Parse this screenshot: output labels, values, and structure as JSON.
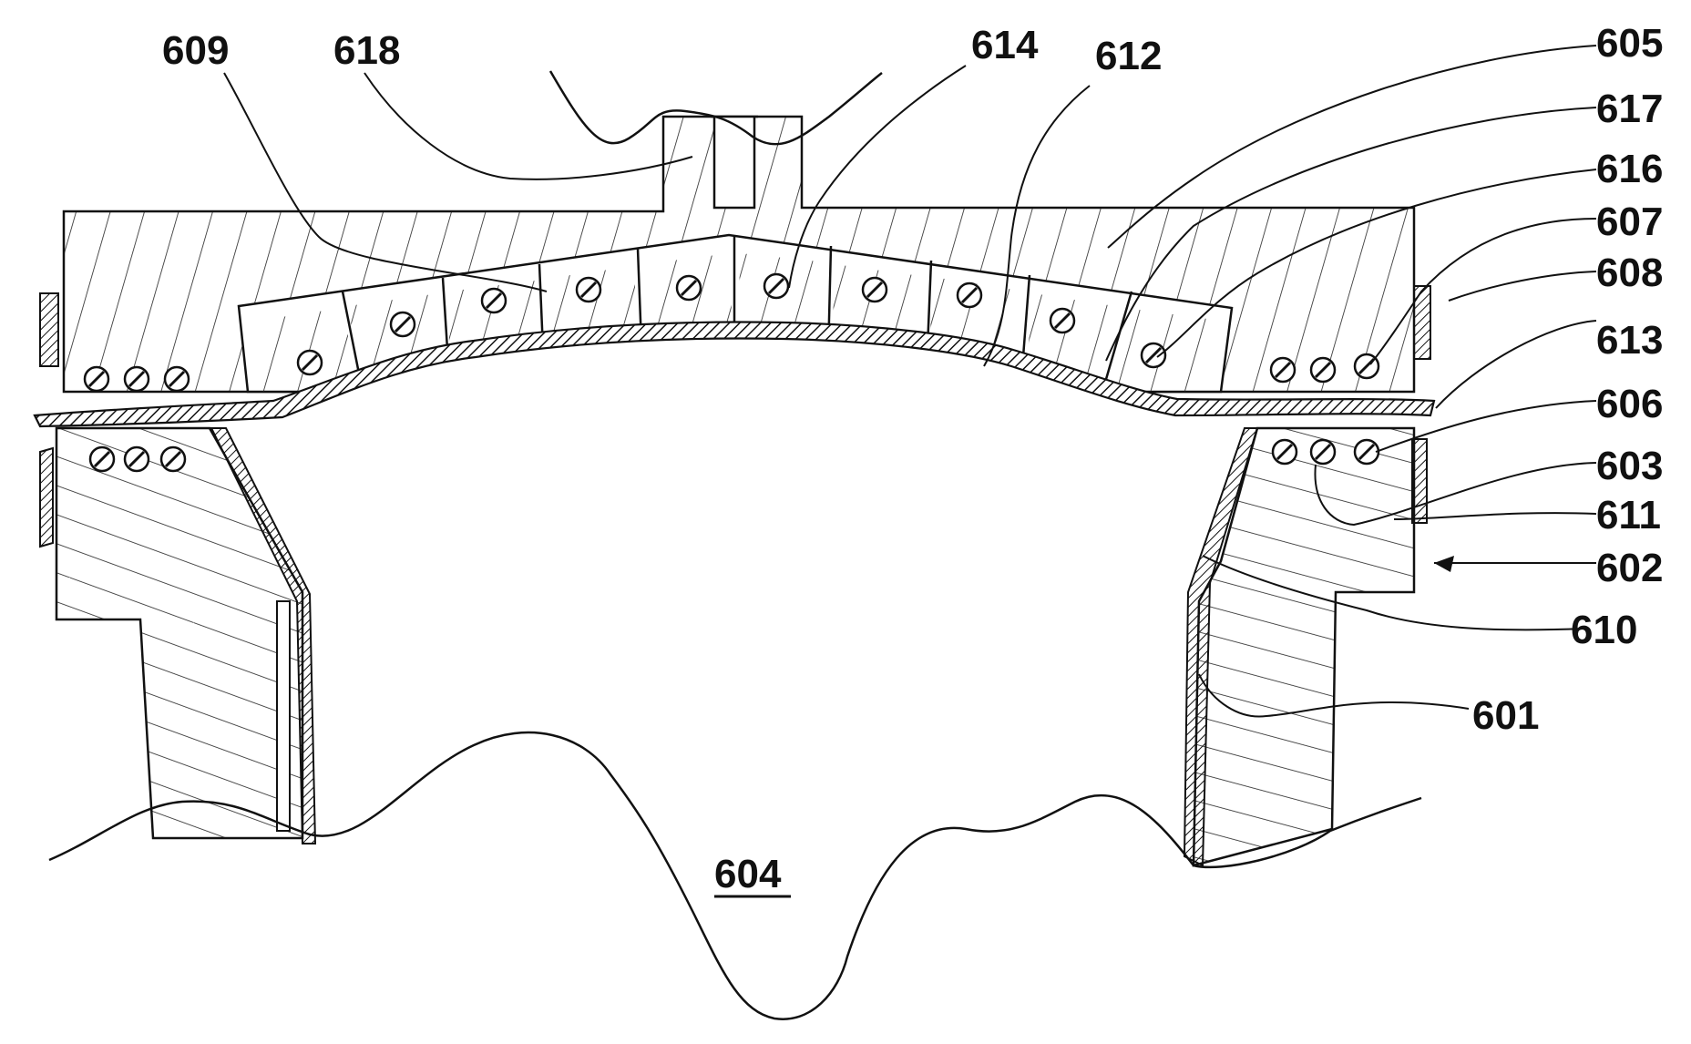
{
  "figure": {
    "labels": {
      "l605": "605",
      "l617": "617",
      "l616": "616",
      "l607": "607",
      "l608": "608",
      "l613": "613",
      "l606": "606",
      "l603": "603",
      "l611": "611",
      "l602": "602",
      "l610": "610",
      "l601": "601",
      "l609": "609",
      "l618": "618",
      "l614": "614",
      "l612": "612",
      "l604": "604"
    }
  }
}
